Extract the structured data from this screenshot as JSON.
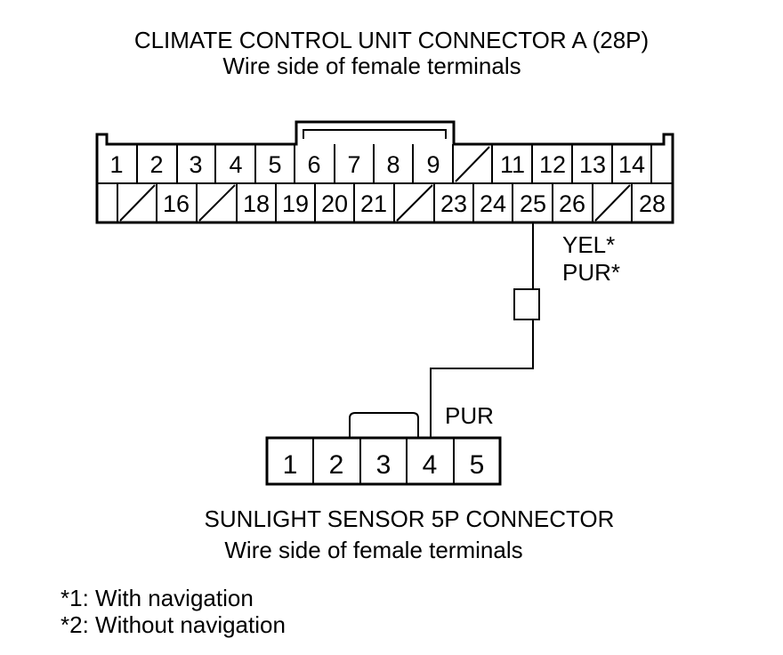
{
  "connector_a": {
    "title": "CLIMATE CONTROL UNIT CONNECTOR A (28P)",
    "subtitle": "Wire side of female terminals",
    "row1": [
      "1",
      "2",
      "3",
      "4",
      "5",
      "6",
      "7",
      "8",
      "9",
      "",
      "11",
      "12",
      "13",
      "14",
      ""
    ],
    "row2": [
      "",
      "",
      "16",
      "",
      "18",
      "19",
      "20",
      "21",
      "",
      "23",
      "24",
      "25",
      "26",
      "",
      "28"
    ]
  },
  "wire": {
    "color_label_1": "YEL*",
    "color_label_2": "PUR*",
    "color_label_3": "PUR"
  },
  "sensor_connector": {
    "title": "SUNLIGHT SENSOR 5P CONNECTOR",
    "subtitle": "Wire side of female terminals",
    "pins": [
      "1",
      "2",
      "3",
      "4",
      "5"
    ]
  },
  "notes": {
    "note1": "*1: With navigation",
    "note2": "*2: Without navigation"
  }
}
